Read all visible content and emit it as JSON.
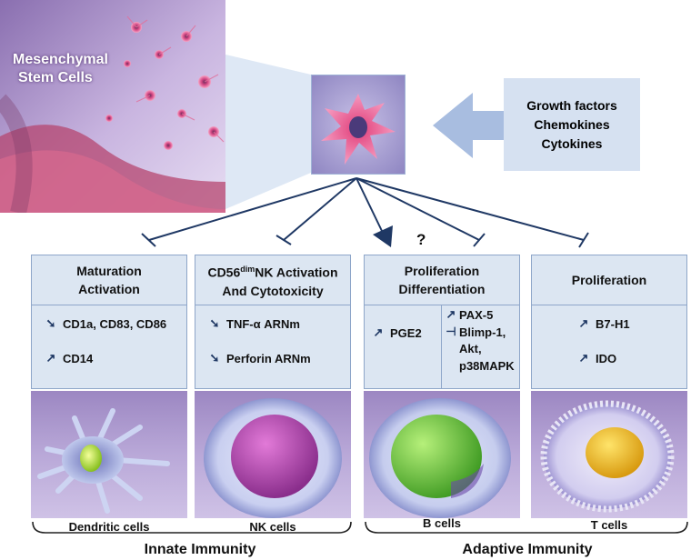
{
  "msc": {
    "title_line1": "Mesenchymal",
    "title_line2": "Stem Cells"
  },
  "factors": [
    "Growth factors",
    "Chemokines",
    "Cytokines"
  ],
  "question_mark": "?",
  "boxes": [
    {
      "head": [
        "Maturation",
        "Activation"
      ],
      "items": [
        {
          "dir": "down",
          "text": "CD1a, CD83, CD86"
        },
        {
          "dir": "up",
          "text": "CD14"
        }
      ]
    },
    {
      "head_line1_pre": "CD56",
      "head_line1_sup": "dim",
      "head_line1_post": "NK Activation",
      "head_line2": "And Cytotoxicity",
      "items": [
        {
          "dir": "down",
          "text": "TNF-α ARNm"
        },
        {
          "dir": "down",
          "text": "Perforin ARNm"
        }
      ]
    },
    {
      "head": [
        "Proliferation",
        "Differentiation"
      ],
      "left_item": {
        "dir": "up",
        "text": "PGE2"
      },
      "right_items": [
        {
          "dir": "up",
          "text": "PAX-5"
        },
        {
          "dir": "inhibit",
          "text": "Blimp-1,"
        },
        {
          "dir": "none",
          "text": "Akt,"
        },
        {
          "dir": "none",
          "text": "p38MAPK"
        }
      ]
    },
    {
      "head": [
        "Proliferation"
      ],
      "items": [
        {
          "dir": "up",
          "text": "B7-H1"
        },
        {
          "dir": "up",
          "text": "IDO"
        }
      ]
    }
  ],
  "cells": [
    "Dendritic cells",
    "NK cells",
    "B cells",
    "T cells"
  ],
  "groups": {
    "innate": "Innate Immunity",
    "adaptive": "Adaptive Immunity"
  },
  "colors": {
    "box_fill": "#dce6f2",
    "box_border": "#8ea6c9",
    "arrow_navy": "#1f3864",
    "factor_arrow": "#a8bde0"
  }
}
